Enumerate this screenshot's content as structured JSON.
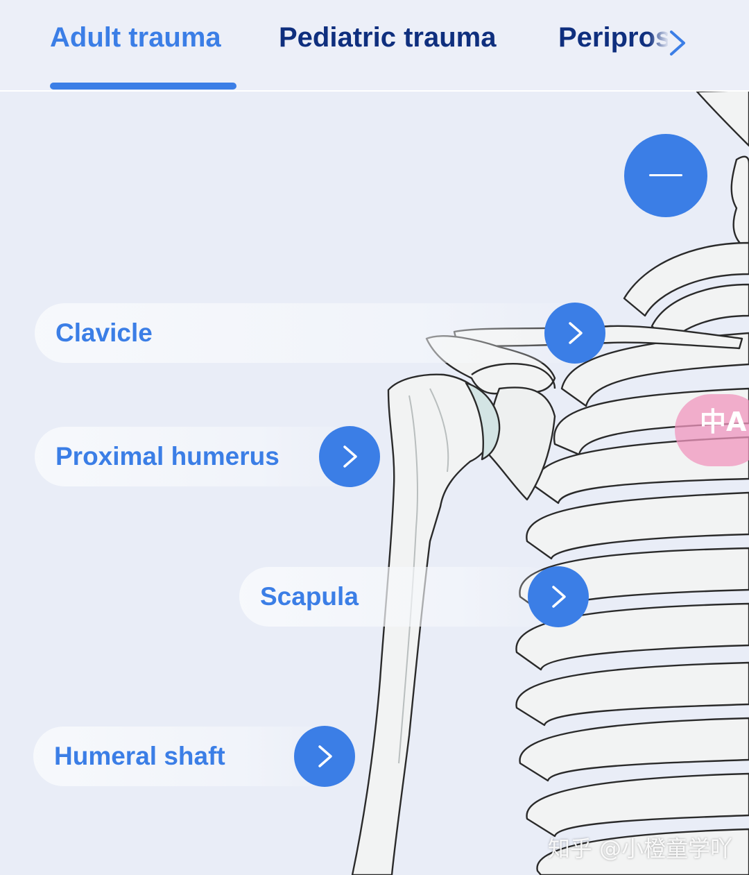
{
  "tabs": [
    {
      "label": "Adult trauma",
      "active": true
    },
    {
      "label": "Pediatric trauma",
      "active": false
    },
    {
      "label": "Periprosthetic fractures",
      "active": false
    }
  ],
  "regions": [
    {
      "label": "Clavicle"
    },
    {
      "label": "Proximal humerus"
    },
    {
      "label": "Scapula"
    },
    {
      "label": "Humeral shaft"
    }
  ],
  "overlay": {
    "translate_badge": "中A",
    "watermark": "知乎 @小橙童学吖"
  },
  "colors": {
    "accent": "#3b7ee6",
    "tab_inactive": "#0f2f7e",
    "background": "#e9edf7",
    "translate_badge": "#f096be"
  },
  "icons": {
    "tab_scroll": "chevron-right-icon",
    "collapse": "minus-icon",
    "region_open": "chevron-right-icon",
    "translate": "translate-icon"
  }
}
